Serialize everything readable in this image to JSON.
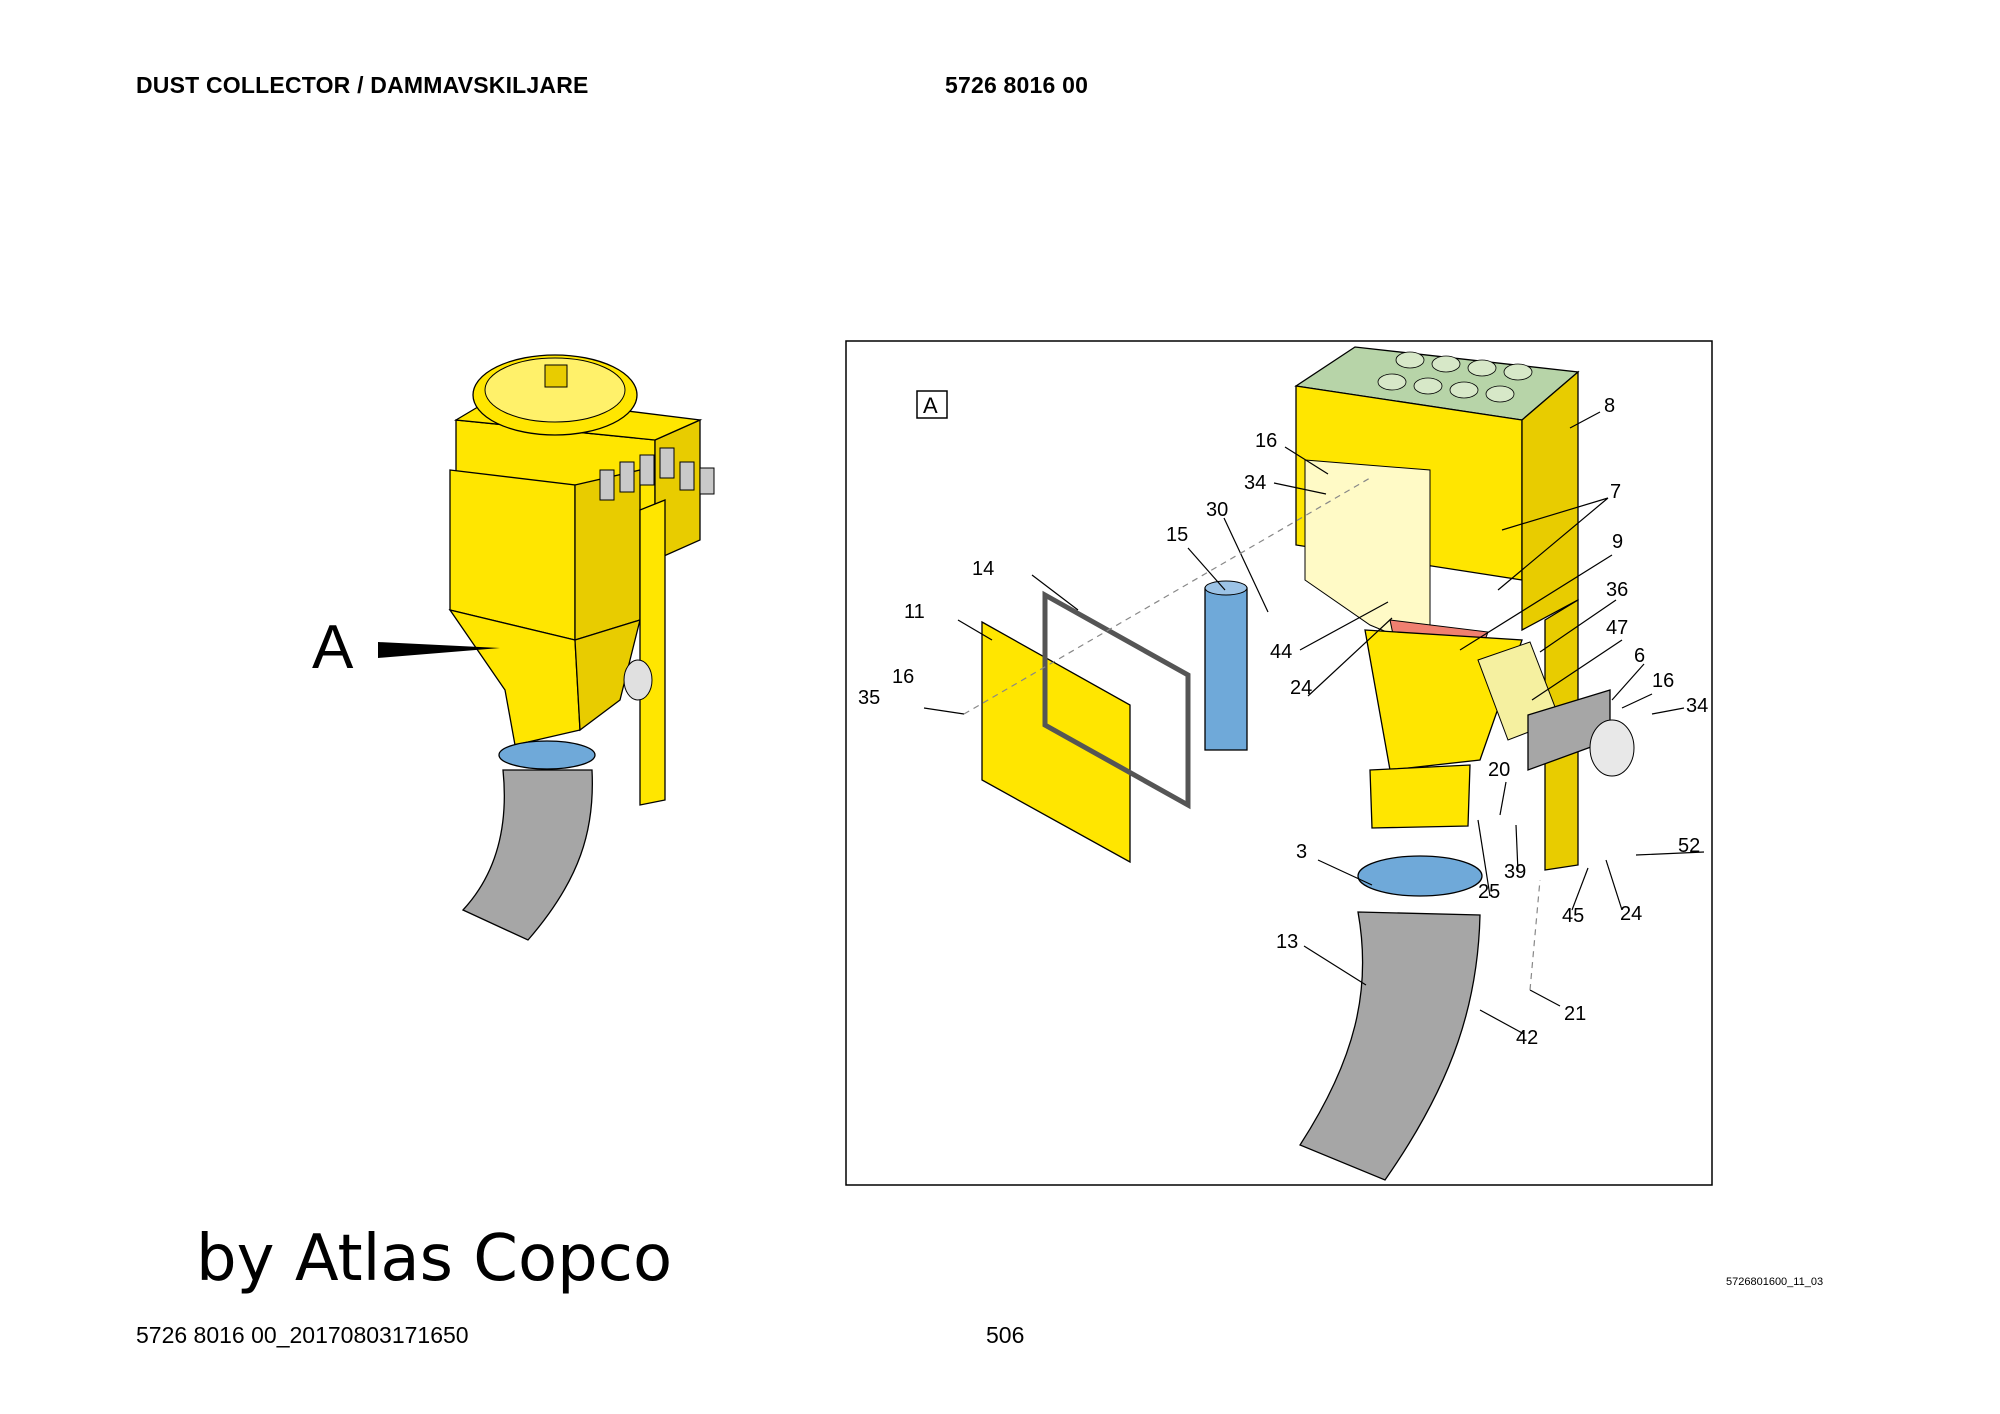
{
  "header": {
    "title": "DUST COLLECTOR / DAMMAVSKILJARE",
    "part_number": "5726 8016 00"
  },
  "overview": {
    "view_label": "A"
  },
  "detail": {
    "view_label": "A",
    "callouts": [
      {
        "id": "c8",
        "label": "8"
      },
      {
        "id": "c16a",
        "label": "16"
      },
      {
        "id": "c34a",
        "label": "34"
      },
      {
        "id": "c7",
        "label": "7"
      },
      {
        "id": "c30",
        "label": "30"
      },
      {
        "id": "c15",
        "label": "15"
      },
      {
        "id": "c9",
        "label": "9"
      },
      {
        "id": "c14",
        "label": "14"
      },
      {
        "id": "c36",
        "label": "36"
      },
      {
        "id": "c11",
        "label": "11"
      },
      {
        "id": "c47",
        "label": "47"
      },
      {
        "id": "c44",
        "label": "44"
      },
      {
        "id": "c6",
        "label": "6"
      },
      {
        "id": "c16b",
        "label": "16"
      },
      {
        "id": "c16c",
        "label": "16"
      },
      {
        "id": "c24a",
        "label": "24"
      },
      {
        "id": "c35",
        "label": "35"
      },
      {
        "id": "c34b",
        "label": "34"
      },
      {
        "id": "c20",
        "label": "20"
      },
      {
        "id": "c52",
        "label": "52"
      },
      {
        "id": "c3",
        "label": "3"
      },
      {
        "id": "c39",
        "label": "39"
      },
      {
        "id": "c25",
        "label": "25"
      },
      {
        "id": "c45",
        "label": "45"
      },
      {
        "id": "c24b",
        "label": "24"
      },
      {
        "id": "c13",
        "label": "13"
      },
      {
        "id": "c21",
        "label": "21"
      },
      {
        "id": "c42",
        "label": "42"
      }
    ]
  },
  "brand": "by Atlas Copco",
  "footer": {
    "doc_id": "5726 8016 00_20170803171650",
    "page": "506"
  },
  "drawing_ref": "5726801600_11_03"
}
